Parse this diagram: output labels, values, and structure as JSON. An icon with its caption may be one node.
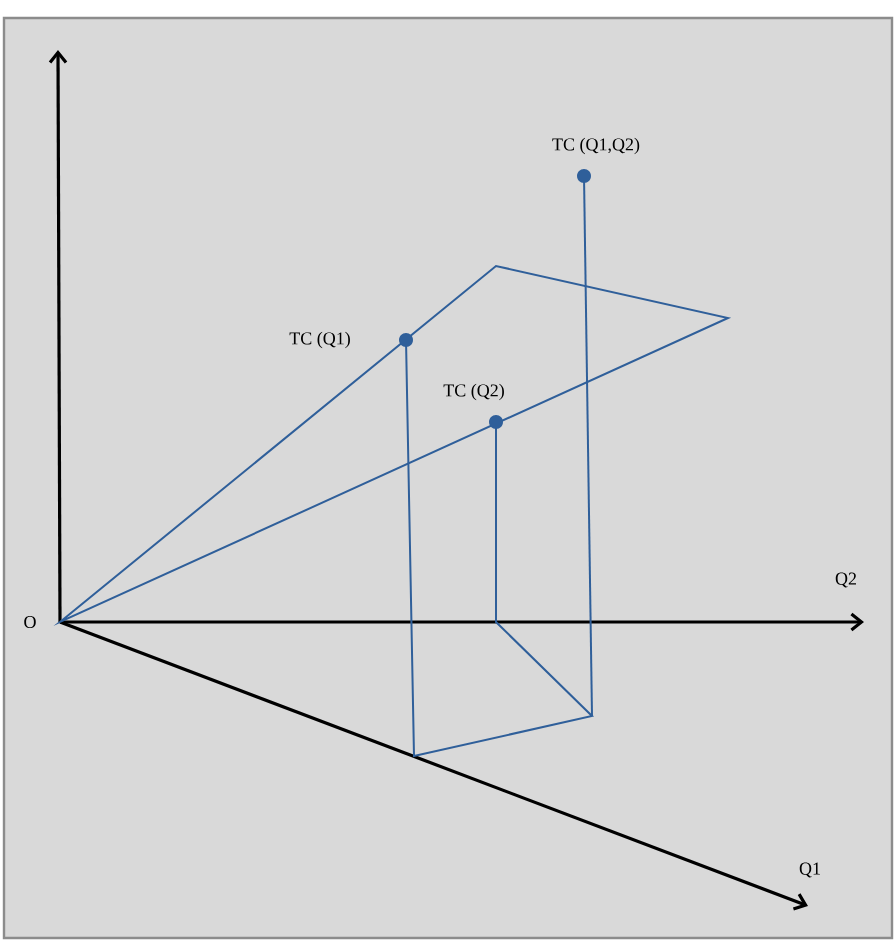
{
  "diagram": {
    "nodes": [
      {
        "text": [
          "TC (Q1,Q2)"
        ]
      },
      {
        "text": [
          "TC (Q1)"
        ]
      },
      {
        "text": [
          "TC (Q2)"
        ]
      }
    ],
    "labels": [
      "O",
      "Q2",
      "Q1"
    ]
  }
}
